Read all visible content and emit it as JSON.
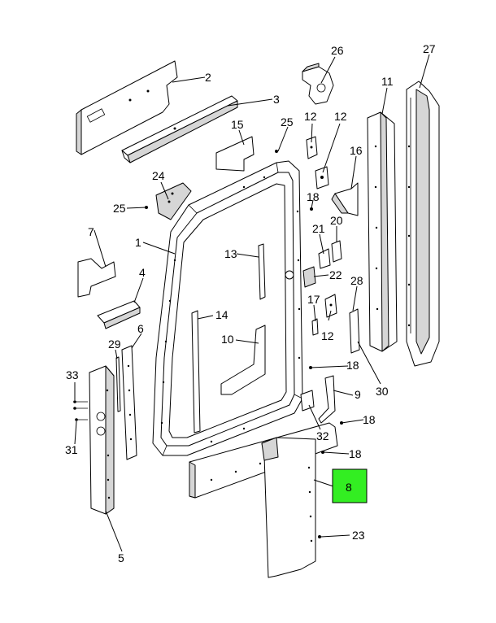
{
  "diagram": {
    "highlight_color": "#33ee22",
    "highlighted_callout": "8",
    "callouts": [
      {
        "id": "c2",
        "label": "2"
      },
      {
        "id": "c3",
        "label": "3"
      },
      {
        "id": "c26",
        "label": "26"
      },
      {
        "id": "c27",
        "label": "27"
      },
      {
        "id": "c11",
        "label": "11"
      },
      {
        "id": "c12a",
        "label": "12"
      },
      {
        "id": "c12b",
        "label": "12"
      },
      {
        "id": "c15",
        "label": "15"
      },
      {
        "id": "c25a",
        "label": "25"
      },
      {
        "id": "c16",
        "label": "16"
      },
      {
        "id": "c24",
        "label": "24"
      },
      {
        "id": "c25b",
        "label": "25"
      },
      {
        "id": "c18a",
        "label": "18"
      },
      {
        "id": "c20",
        "label": "20"
      },
      {
        "id": "c21",
        "label": "21"
      },
      {
        "id": "c7",
        "label": "7"
      },
      {
        "id": "c1",
        "label": "1"
      },
      {
        "id": "c13",
        "label": "13"
      },
      {
        "id": "c22",
        "label": "22"
      },
      {
        "id": "c28",
        "label": "28"
      },
      {
        "id": "c4",
        "label": "4"
      },
      {
        "id": "c17",
        "label": "17"
      },
      {
        "id": "c14",
        "label": "14"
      },
      {
        "id": "c12c",
        "label": "12"
      },
      {
        "id": "c6",
        "label": "6"
      },
      {
        "id": "c29",
        "label": "29"
      },
      {
        "id": "c10",
        "label": "10"
      },
      {
        "id": "c18b",
        "label": "18"
      },
      {
        "id": "c33",
        "label": "33"
      },
      {
        "id": "c9",
        "label": "9"
      },
      {
        "id": "c30",
        "label": "30"
      },
      {
        "id": "c18c",
        "label": "18"
      },
      {
        "id": "c32",
        "label": "32"
      },
      {
        "id": "c31",
        "label": "31"
      },
      {
        "id": "c18d",
        "label": "18"
      },
      {
        "id": "c8",
        "label": "8"
      },
      {
        "id": "c23",
        "label": "23"
      },
      {
        "id": "c5",
        "label": "5"
      }
    ]
  }
}
